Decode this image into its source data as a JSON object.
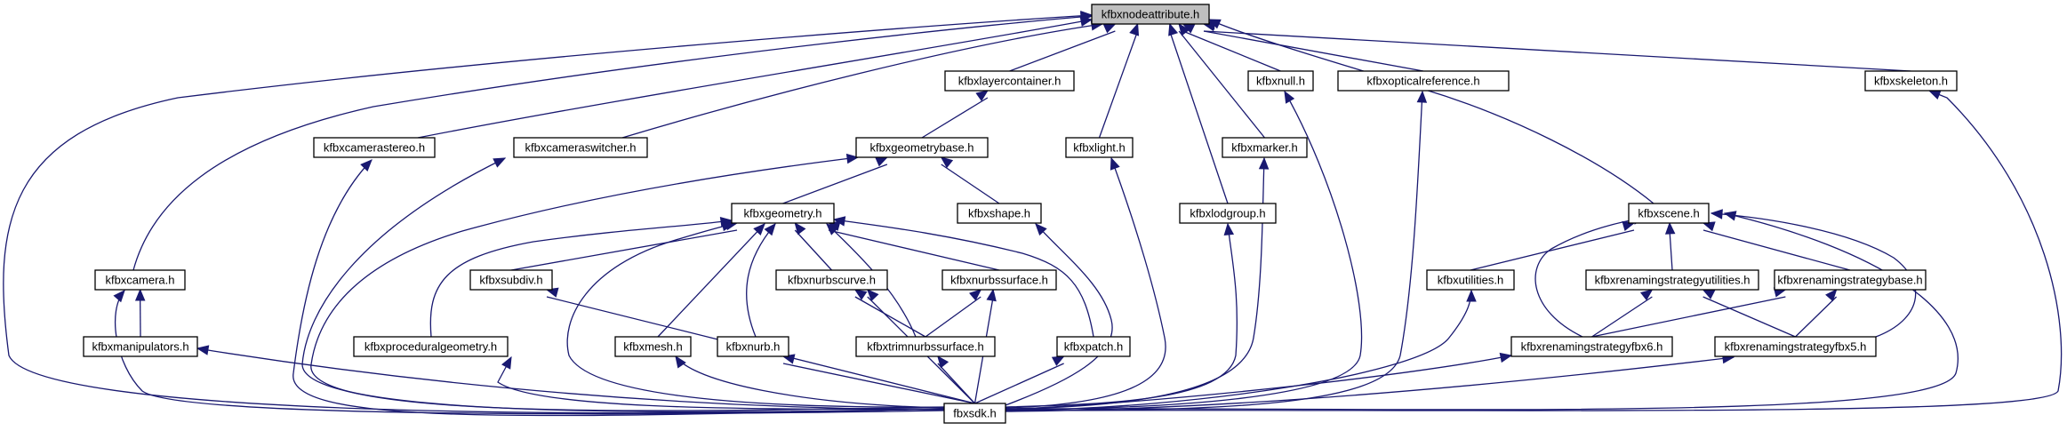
{
  "colors": {
    "edge": "#191970",
    "root_fill": "#bfbfbf",
    "node_fill": "#ffffff",
    "node_border": "#000000"
  },
  "nodes": {
    "kfbxnodeattribute": "kfbxnodeattribute.h",
    "kfbxlayercontainer": "kfbxlayercontainer.h",
    "kfbxnull": "kfbxnull.h",
    "kfbxopticalreference": "kfbxopticalreference.h",
    "kfbxskeleton": "kfbxskeleton.h",
    "kfbxcamerastereo": "kfbxcamerastereo.h",
    "kfbxcameraswitcher": "kfbxcameraswitcher.h",
    "kfbxgeometrybase": "kfbxgeometrybase.h",
    "kfbxlight": "kfbxlight.h",
    "kfbxmarker": "kfbxmarker.h",
    "kfbxgeometry": "kfbxgeometry.h",
    "kfbxshape": "kfbxshape.h",
    "kfbxlodgroup": "kfbxlodgroup.h",
    "kfbxscene": "kfbxscene.h",
    "kfbxcamera": "kfbxcamera.h",
    "kfbxsubdiv": "kfbxsubdiv.h",
    "kfbxnurbscurve": "kfbxnurbscurve.h",
    "kfbxnurbssurface": "kfbxnurbssurface.h",
    "kfbxutilities": "kfbxutilities.h",
    "kfbxrenamingstrategyutilities": "kfbxrenamingstrategyutilities.h",
    "kfbxrenamingstrategybase": "kfbxrenamingstrategybase.h",
    "kfbxmanipulators": "kfbxmanipulators.h",
    "kfbxproceduralgeometry": "kfbxproceduralgeometry.h",
    "kfbxmesh": "kfbxmesh.h",
    "kfbxnurb": "kfbxnurb.h",
    "kfbxtrimnurbssurface": "kfbxtrimnurbssurface.h",
    "kfbxpatch": "kfbxpatch.h",
    "kfbxrenamingstrategyfbx6": "kfbxrenamingstrategyfbx6.h",
    "kfbxrenamingstrategyfbx5": "kfbxrenamingstrategyfbx5.h",
    "fbxsdk": "fbxsdk.h"
  },
  "edges": [
    [
      "kfbxlayercontainer",
      "kfbxnodeattribute"
    ],
    [
      "kfbxnull",
      "kfbxnodeattribute"
    ],
    [
      "kfbxopticalreference",
      "kfbxnodeattribute"
    ],
    [
      "kfbxskeleton",
      "kfbxnodeattribute"
    ],
    [
      "kfbxcamerastereo",
      "kfbxnodeattribute"
    ],
    [
      "kfbxcameraswitcher",
      "kfbxnodeattribute"
    ],
    [
      "kfbxlight",
      "kfbxnodeattribute"
    ],
    [
      "kfbxmarker",
      "kfbxnodeattribute"
    ],
    [
      "kfbxlodgroup",
      "kfbxnodeattribute"
    ],
    [
      "kfbxscene",
      "kfbxnodeattribute"
    ],
    [
      "kfbxcamera",
      "kfbxnodeattribute"
    ],
    [
      "fbxsdk",
      "kfbxnodeattribute"
    ],
    [
      "kfbxgeometrybase",
      "kfbxlayercontainer"
    ],
    [
      "kfbxgeometry",
      "kfbxgeometrybase"
    ],
    [
      "kfbxshape",
      "kfbxgeometrybase"
    ],
    [
      "kfbxsubdiv",
      "kfbxgeometry"
    ],
    [
      "kfbxnurbscurve",
      "kfbxgeometry"
    ],
    [
      "kfbxnurbssurface",
      "kfbxgeometry"
    ],
    [
      "kfbxproceduralgeometry",
      "kfbxgeometry"
    ],
    [
      "kfbxmesh",
      "kfbxgeometry"
    ],
    [
      "kfbxnurb",
      "kfbxgeometry"
    ],
    [
      "kfbxtrimnurbssurface",
      "kfbxgeometry"
    ],
    [
      "kfbxpatch",
      "kfbxgeometry"
    ],
    [
      "fbxsdk",
      "kfbxgeometry"
    ],
    [
      "kfbxtrimnurbssurface",
      "kfbxnurbscurve"
    ],
    [
      "kfbxtrimnurbssurface",
      "kfbxnurbssurface"
    ],
    [
      "kfbxmanipulators",
      "kfbxcamera"
    ],
    [
      "kfbxutilities",
      "kfbxscene"
    ],
    [
      "kfbxrenamingstrategyutilities",
      "kfbxscene"
    ],
    [
      "kfbxrenamingstrategybase",
      "kfbxscene"
    ],
    [
      "kfbxrenamingstrategyfbx6",
      "kfbxscene"
    ],
    [
      "kfbxrenamingstrategyfbx5",
      "kfbxscene"
    ],
    [
      "fbxsdk",
      "kfbxscene"
    ],
    [
      "kfbxrenamingstrategyfbx6",
      "kfbxrenamingstrategyutilities"
    ],
    [
      "kfbxrenamingstrategyfbx5",
      "kfbxrenamingstrategyutilities"
    ],
    [
      "kfbxrenamingstrategyfbx6",
      "kfbxrenamingstrategybase"
    ],
    [
      "kfbxrenamingstrategyfbx5",
      "kfbxrenamingstrategybase"
    ],
    [
      "fbxsdk",
      "kfbxcamerastereo"
    ],
    [
      "fbxsdk",
      "kfbxcameraswitcher"
    ],
    [
      "fbxsdk",
      "kfbxgeometrybase"
    ],
    [
      "fbxsdk",
      "kfbxlight"
    ],
    [
      "fbxsdk",
      "kfbxmarker"
    ],
    [
      "fbxsdk",
      "kfbxnull"
    ],
    [
      "fbxsdk",
      "kfbxopticalreference"
    ],
    [
      "fbxsdk",
      "kfbxskeleton"
    ],
    [
      "fbxsdk",
      "kfbxshape"
    ],
    [
      "fbxsdk",
      "kfbxlodgroup"
    ],
    [
      "fbxsdk",
      "kfbxcamera"
    ],
    [
      "fbxsdk",
      "kfbxsubdiv"
    ],
    [
      "fbxsdk",
      "kfbxnurbscurve"
    ],
    [
      "fbxsdk",
      "kfbxnurbssurface"
    ],
    [
      "fbxsdk",
      "kfbxutilities"
    ],
    [
      "fbxsdk",
      "kfbxmanipulators"
    ],
    [
      "fbxsdk",
      "kfbxproceduralgeometry"
    ],
    [
      "fbxsdk",
      "kfbxmesh"
    ],
    [
      "fbxsdk",
      "kfbxnurb"
    ],
    [
      "fbxsdk",
      "kfbxtrimnurbssurface"
    ],
    [
      "fbxsdk",
      "kfbxpatch"
    ],
    [
      "fbxsdk",
      "kfbxrenamingstrategyfbx6"
    ],
    [
      "fbxsdk",
      "kfbxrenamingstrategyfbx5"
    ]
  ]
}
